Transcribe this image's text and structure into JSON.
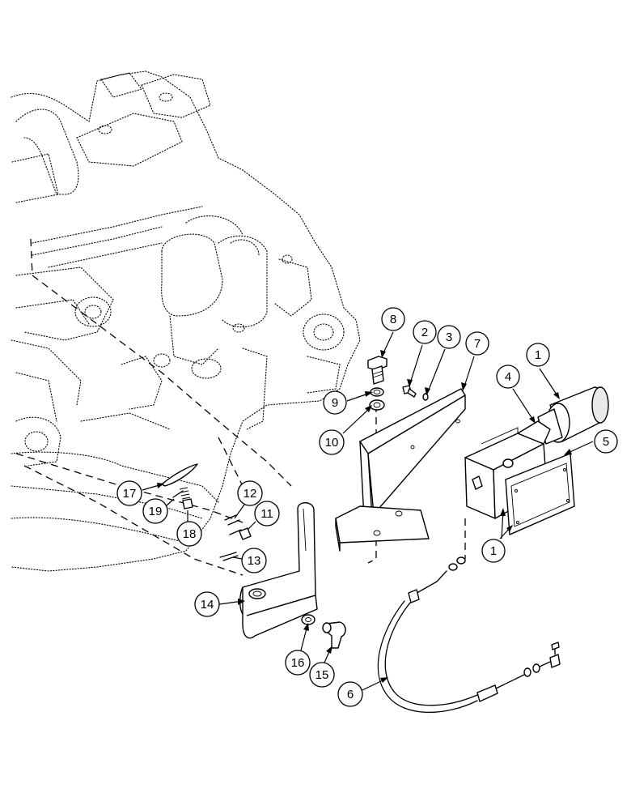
{
  "callouts": [
    {
      "id": "c1a",
      "label": "1"
    },
    {
      "id": "c1b",
      "label": "1"
    },
    {
      "id": "c2",
      "label": "2"
    },
    {
      "id": "c3",
      "label": "3"
    },
    {
      "id": "c4",
      "label": "4"
    },
    {
      "id": "c5",
      "label": "5"
    },
    {
      "id": "c6",
      "label": "6"
    },
    {
      "id": "c7",
      "label": "7"
    },
    {
      "id": "c8",
      "label": "8"
    },
    {
      "id": "c9",
      "label": "9"
    },
    {
      "id": "c10",
      "label": "10"
    },
    {
      "id": "c11",
      "label": "11"
    },
    {
      "id": "c12",
      "label": "12"
    },
    {
      "id": "c13",
      "label": "13"
    },
    {
      "id": "c14",
      "label": "14"
    },
    {
      "id": "c15",
      "label": "15"
    },
    {
      "id": "c16",
      "label": "16"
    },
    {
      "id": "c17",
      "label": "17"
    },
    {
      "id": "c18",
      "label": "18"
    },
    {
      "id": "c19",
      "label": "19"
    }
  ]
}
